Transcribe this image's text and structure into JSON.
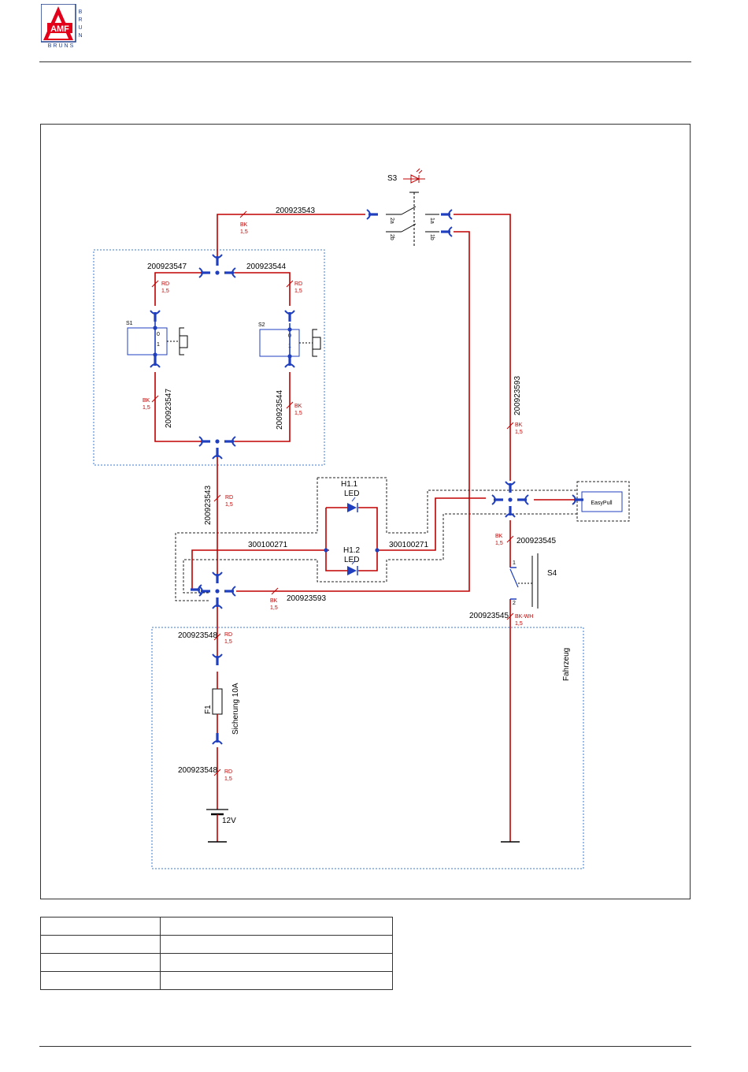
{
  "logo": {
    "text": "AMF",
    "side_text": "BRUN",
    "bottom_text": "BRUNS",
    "colors": {
      "red": "#e2001a",
      "blue": "#1f3d8a"
    }
  },
  "colors": {
    "wire": "#c00000",
    "component": "#1f3fbf",
    "zone_dotted": "#3a7bd5",
    "dashed_box": "#222222"
  },
  "wires": {
    "w1": {
      "id": "200923543",
      "color": "BK",
      "size": "1,5"
    },
    "w_s1_top": {
      "id": "200923547",
      "color": "RD",
      "size": "1,5"
    },
    "w_s2_top": {
      "id": "200923544",
      "color": "RD",
      "size": "1,5"
    },
    "w_s1_bot": {
      "id": "200923547",
      "color": "BK",
      "size": "1,5"
    },
    "w_s2_bot": {
      "id": "200923544",
      "color": "BK",
      "size": "1,5"
    },
    "w_main": {
      "id": "200923543",
      "color": "RD",
      "size": "1,5"
    },
    "w_right": {
      "id": "200923593",
      "color": "BK",
      "size": "1,5"
    },
    "w_led_l": {
      "id": "300100271"
    },
    "w_led_r": {
      "id": "300100271"
    },
    "w_bottom": {
      "id": "200923593",
      "color": "BK",
      "size": "1,5"
    },
    "w_s4_top": {
      "id": "200923545",
      "color": "BK",
      "size": "1,5"
    },
    "w_s4_bot": {
      "id": "200923545",
      "color": "BK-WH",
      "size": "1,5"
    },
    "w_fuse_top": {
      "id": "200923548",
      "color": "RD",
      "size": "1,5"
    },
    "w_fuse_bot": {
      "id": "200923548",
      "color": "RD",
      "size": "1,5"
    }
  },
  "components": {
    "s3": "S3",
    "s3_pins": [
      "2a",
      "2b",
      "1a",
      "1b"
    ],
    "s1": "S1",
    "s2": "S2",
    "switch_pos": [
      "0",
      "1"
    ],
    "h11": "H1.1",
    "h12": "H1.2",
    "led": "LED",
    "easypull": "EasyPull",
    "s4": "S4",
    "s4_pins": [
      "1",
      "2"
    ],
    "f1": "F1",
    "fuse": "Sicherung 10A",
    "battery": "12V",
    "zone": "Fahrzeug"
  },
  "legend_table": {
    "rows": [
      [
        "",
        ""
      ],
      [
        "",
        ""
      ],
      [
        "",
        ""
      ],
      [
        "",
        ""
      ]
    ]
  }
}
